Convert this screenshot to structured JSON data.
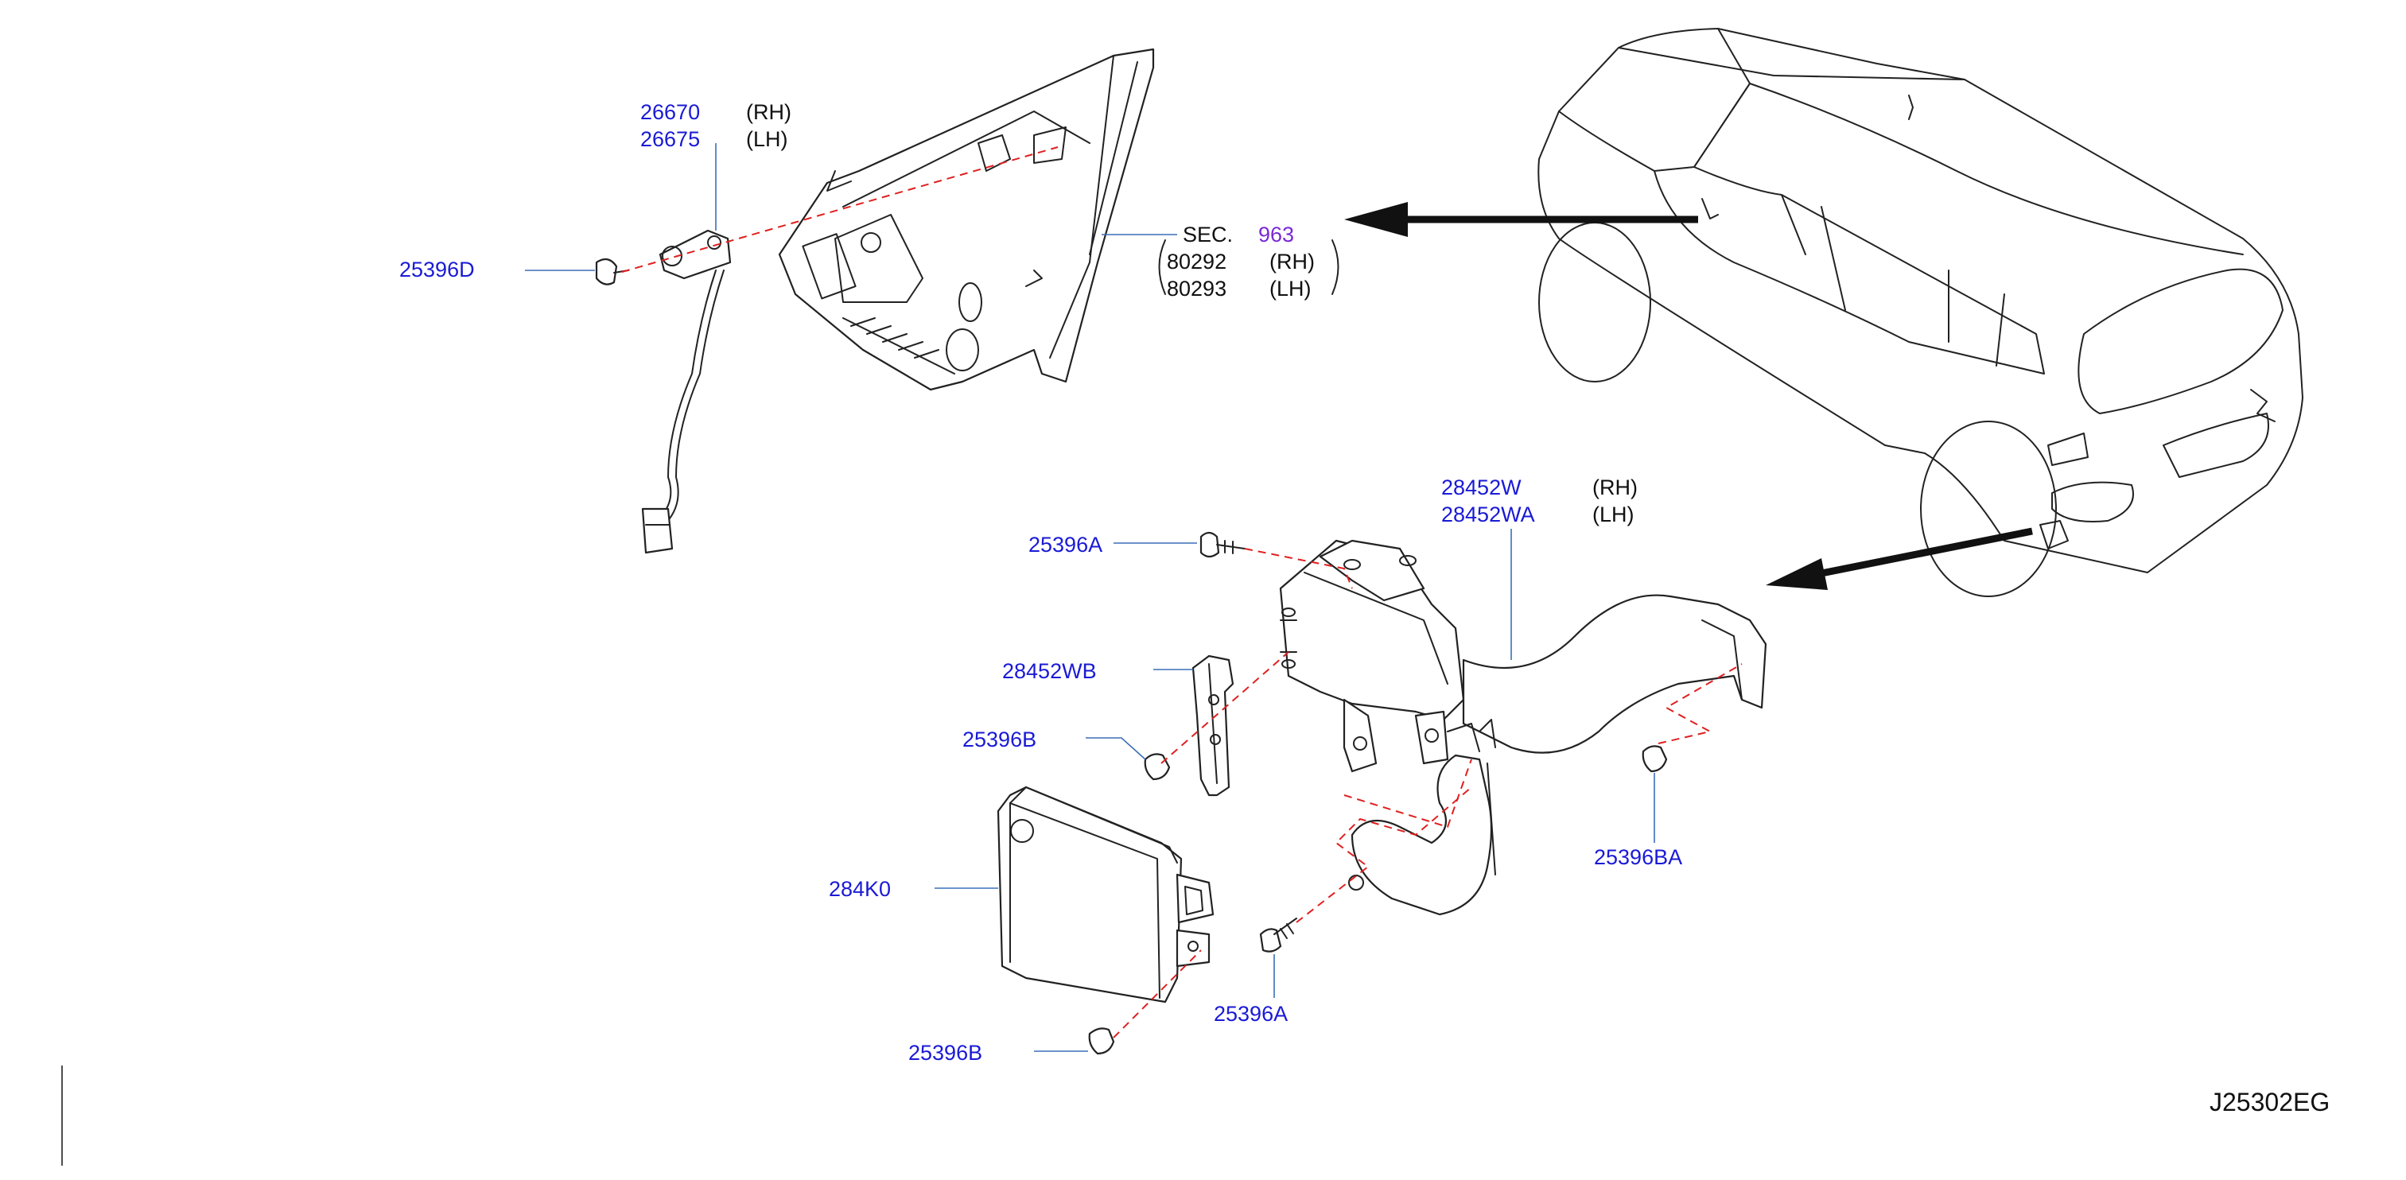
{
  "callouts": {
    "p26670": "26670",
    "p26670_side": "(RH)",
    "p26675": "26675",
    "p26675_side": "(LH)",
    "p25396D": "25396D",
    "sec_label": "SEC.",
    "sec_number": "963",
    "p80292": "80292",
    "p80292_side": "(RH)",
    "p80293": "80293",
    "p80293_side": "(LH)",
    "p28452W": "28452W",
    "p28452W_side": "(RH)",
    "p28452WA": "28452WA",
    "p28452WA_side": "(LH)",
    "p25396A_top": "25396A",
    "p28452WB": "28452WB",
    "p25396B_mid": "25396B",
    "p284K0": "284K0",
    "p25396B_bot": "25396B",
    "p25396A_bot": "25396A",
    "p25396BA": "25396BA"
  },
  "diagram_code": "J25302EG",
  "colors": {
    "part_number": "#1a1ad6",
    "section_number": "#7a2ad6",
    "leader_line": "#3b6fb8",
    "phantom_line": "#e02020",
    "outline": "#222222"
  }
}
